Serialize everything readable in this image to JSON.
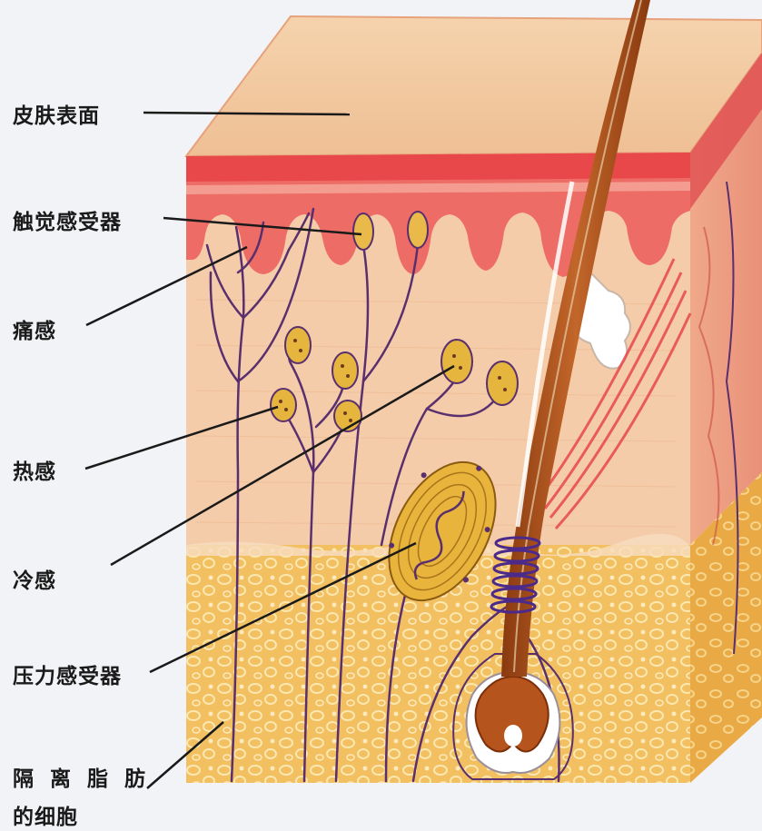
{
  "labels": {
    "skin_surface": "皮肤表面",
    "touch_receptor": "触觉感受器",
    "pain": "痛感",
    "heat": "热感",
    "cold": "冷感",
    "pressure_receptor": "压力感受器",
    "fat_cells_line1": "隔 离 脂 肪",
    "fat_cells_line2": "的细胞"
  },
  "colors": {
    "background": "#f2f3f6",
    "epidermis_top": "#f2c9a0",
    "epidermis_red": "#e8484a",
    "dermis": "#f3c9a5",
    "fat": "#f2c060",
    "nerve": "#5a2f6e",
    "hair": "#b5541c",
    "leader_line": "#1a1a1a"
  }
}
